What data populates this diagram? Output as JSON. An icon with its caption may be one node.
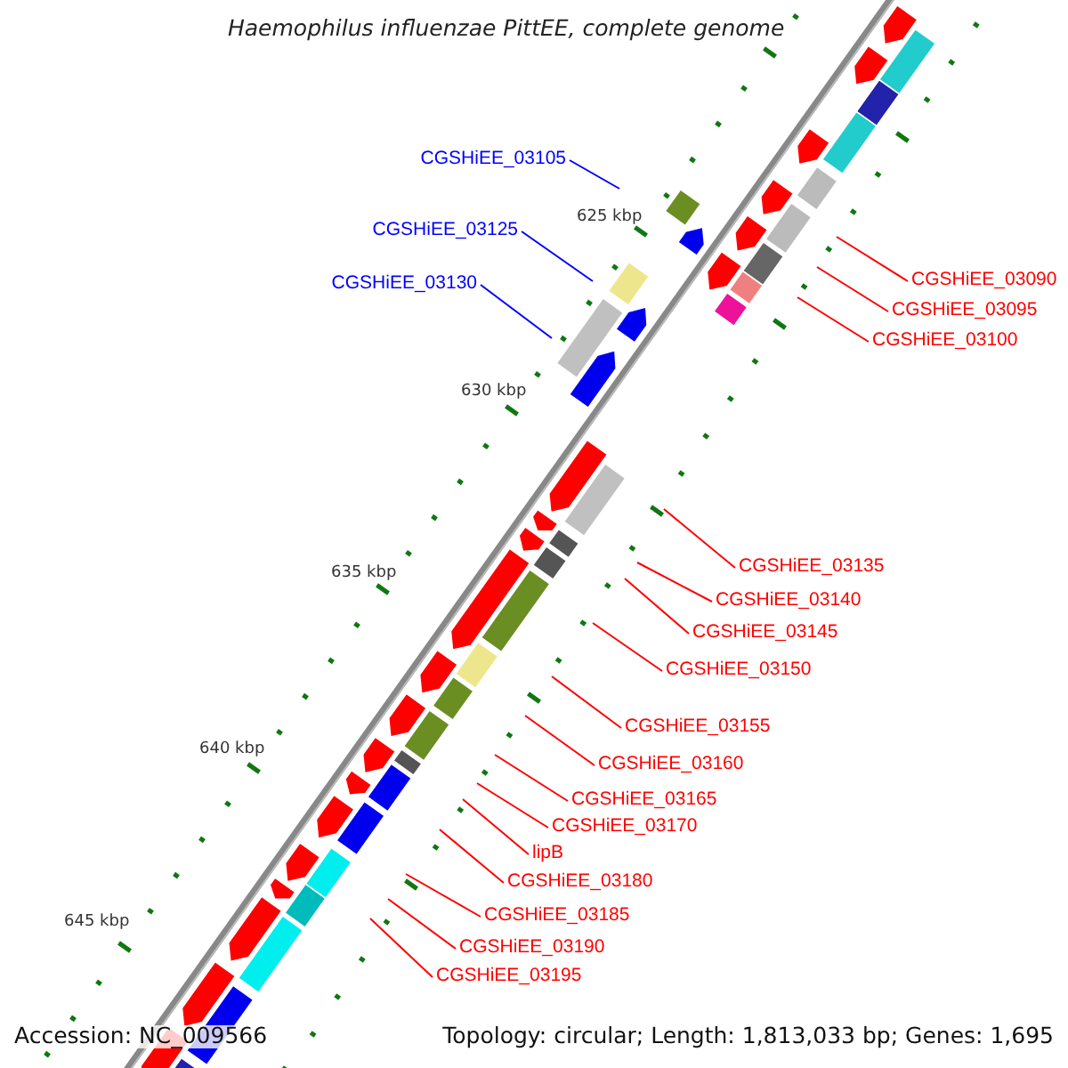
{
  "diagram": {
    "title": "Haemophilus influenzae PittEE, complete genome",
    "nodes": [
      {
        "text": [
          "CGSHiEE_03105"
        ]
      },
      {
        "text": [
          "CGSHiEE_03125"
        ]
      },
      {
        "text": [
          "CGSHiEE_03130"
        ]
      },
      {
        "text": [
          "CGSHiEE_03090"
        ]
      },
      {
        "text": [
          "CGSHiEE_03095"
        ]
      },
      {
        "text": [
          "CGSHiEE_03100"
        ]
      },
      {
        "text": [
          "CGSHiEE_03135"
        ]
      },
      {
        "text": [
          "CGSHiEE_03140"
        ]
      },
      {
        "text": [
          "CGSHiEE_03145"
        ]
      },
      {
        "text": [
          "CGSHiEE_03150"
        ]
      },
      {
        "text": [
          "CGSHiEE_03155"
        ]
      },
      {
        "text": [
          "CGSHiEE_03160"
        ]
      },
      {
        "text": [
          "CGSHiEE_03165"
        ]
      },
      {
        "text": [
          "CGSHiEE_03170"
        ]
      },
      {
        "text": [
          "lipB"
        ]
      },
      {
        "text": [
          "CGSHiEE_03180"
        ]
      },
      {
        "text": [
          "CGSHiEE_03185"
        ]
      },
      {
        "text": [
          "CGSHiEE_03190"
        ]
      },
      {
        "text": [
          "CGSHiEE_03195"
        ]
      }
    ],
    "edges": [
      {
        "from": 0,
        "to": null,
        "arrow": "none",
        "color": "#0000ff"
      },
      {
        "from": 1,
        "to": null,
        "arrow": "none",
        "color": "#0000ff"
      },
      {
        "from": 2,
        "to": null,
        "arrow": "none",
        "color": "#0000ff"
      },
      {
        "from": 3,
        "to": null,
        "arrow": "none"
      },
      {
        "from": 4,
        "to": null,
        "arrow": "none"
      },
      {
        "from": 5,
        "to": null,
        "arrow": "none"
      },
      {
        "from": 6,
        "to": null,
        "arrow": "none"
      },
      {
        "from": 7,
        "to": null,
        "arrow": "none"
      },
      {
        "from": 8,
        "to": null,
        "arrow": "none"
      },
      {
        "from": 9,
        "to": null,
        "arrow": "none"
      },
      {
        "from": 10,
        "to": null,
        "arrow": "none"
      },
      {
        "from": 11,
        "to": null,
        "arrow": "none"
      },
      {
        "from": 12,
        "to": null,
        "arrow": "none"
      },
      {
        "from": 13,
        "to": null,
        "arrow": "none"
      },
      {
        "from": 14,
        "to": null,
        "arrow": "none"
      },
      {
        "from": 15,
        "to": null,
        "arrow": "none"
      },
      {
        "from": 16,
        "to": null,
        "arrow": "none"
      },
      {
        "from": 17,
        "to": null,
        "arrow": "none"
      },
      {
        "from": 18,
        "to": null,
        "arrow": "none"
      }
    ],
    "labels": [
      "625 kbp",
      "630 kbp",
      "635 kbp",
      "640 kbp",
      "645 kbp",
      "Accession: NC_009566",
      "Topology: circular; Length: 1,813,033 bp; Genes: 1,695"
    ]
  }
}
